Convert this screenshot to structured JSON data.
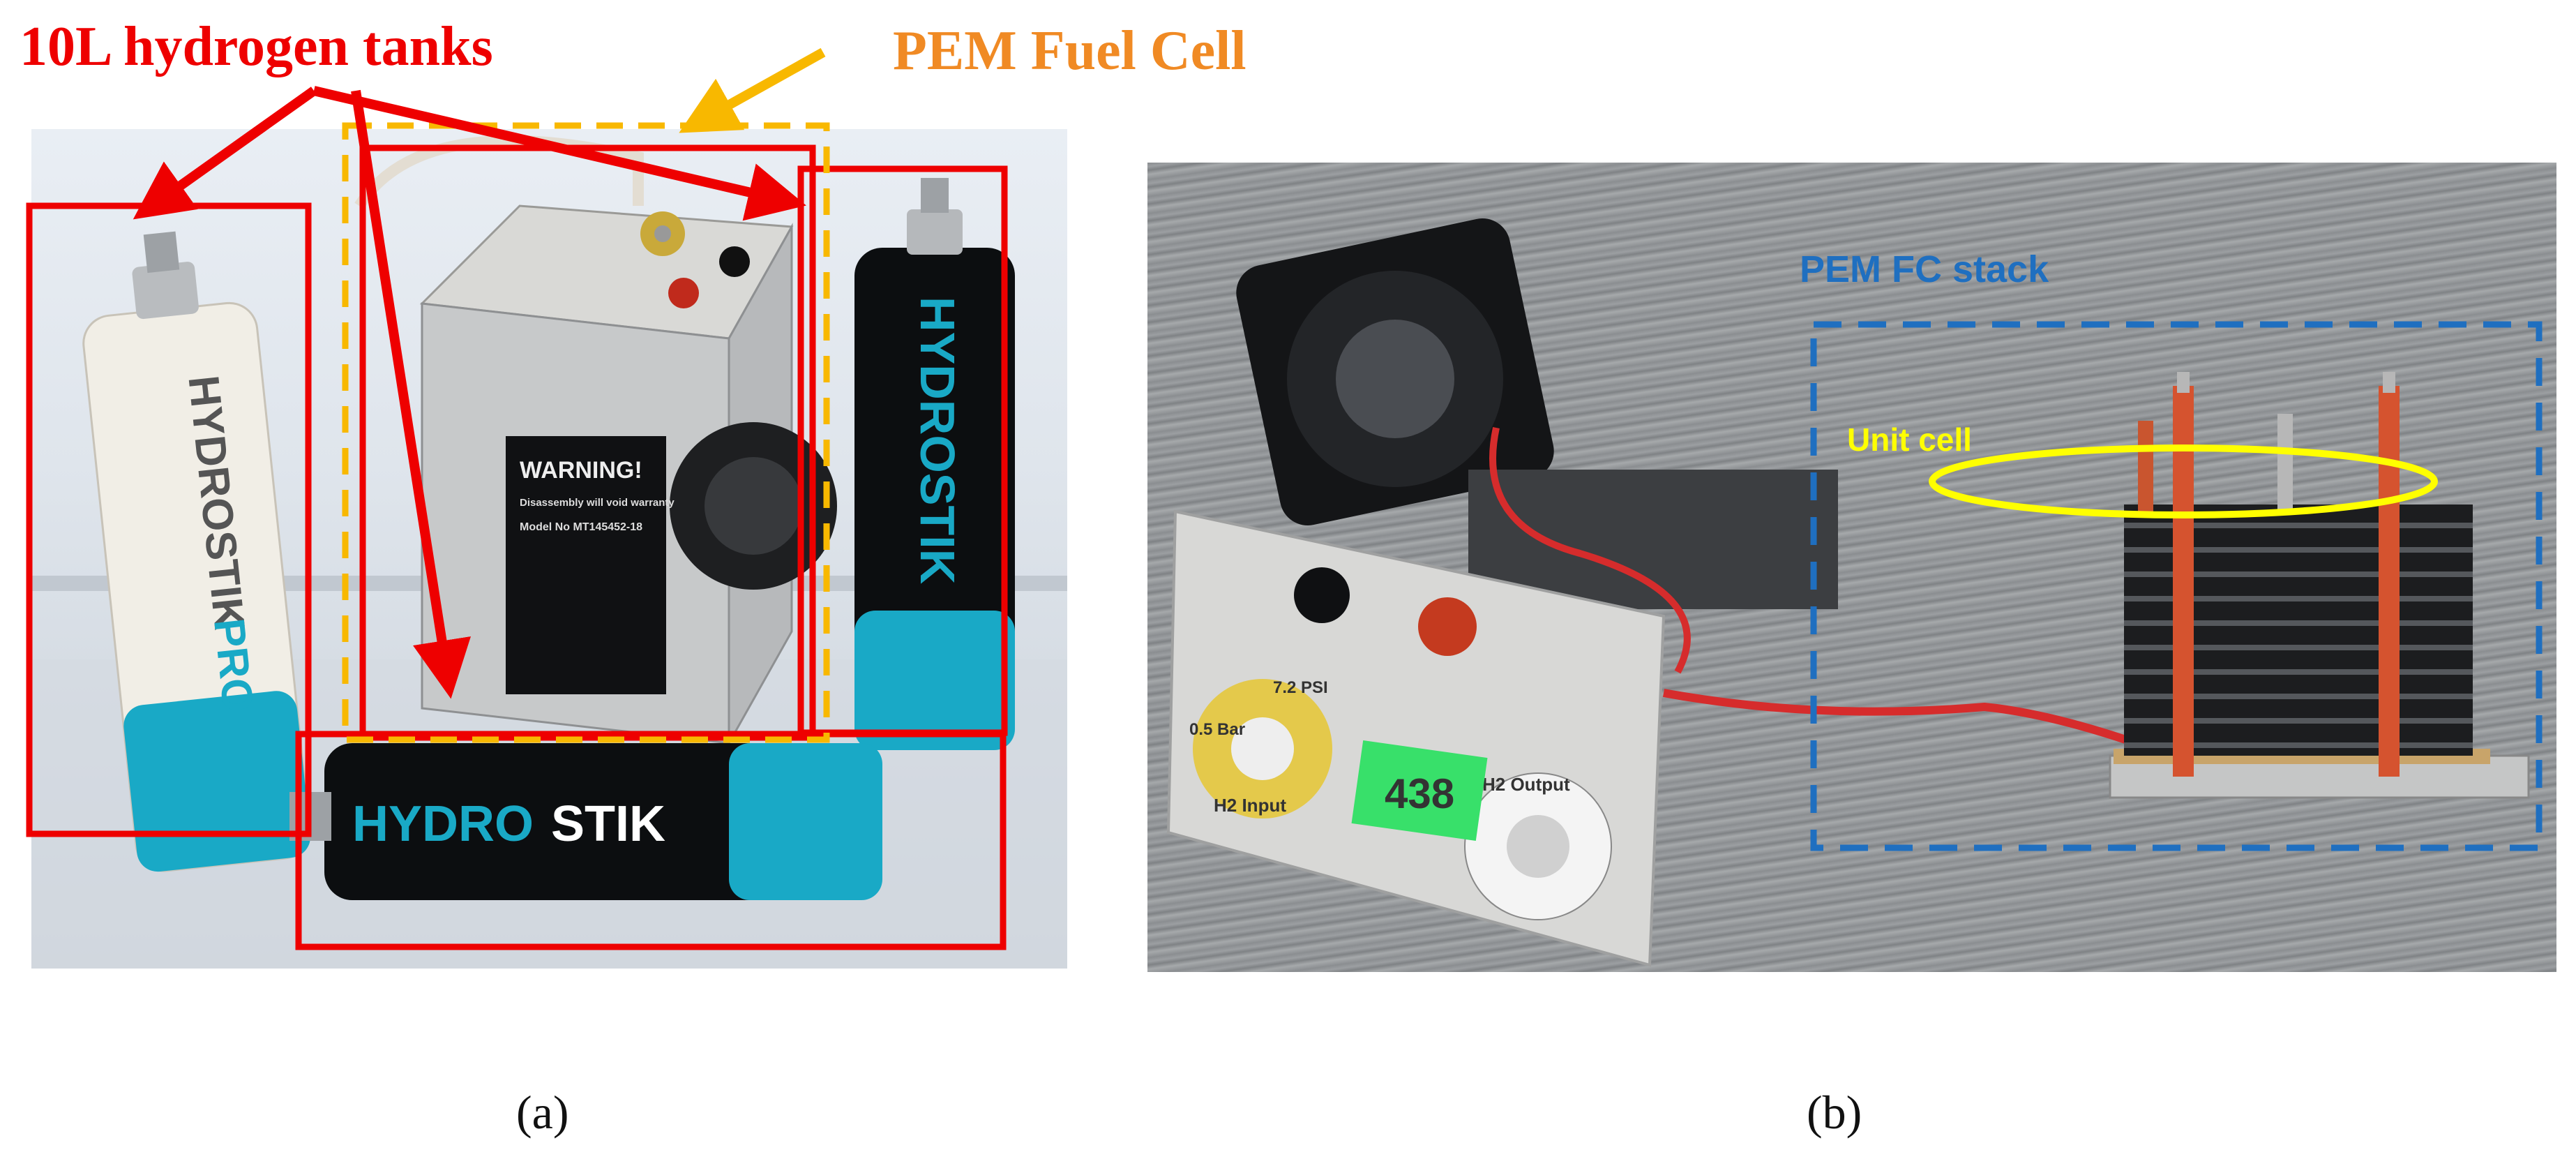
{
  "figure": {
    "panel_a": {
      "label_tanks": "10L hydrogen tanks",
      "label_pem": "PEM Fuel Cell",
      "caption": "(a)",
      "tank_brand_left": "HYDROSTIK",
      "tank_suffix_left": "PRO",
      "tank_brand_right": "HYDROSTIK",
      "tank_brand_bottom_a": "HYDRO",
      "tank_brand_bottom_b": "STIK",
      "fc_label_warning": "WARNING!",
      "fc_label_line1": "Disassembly will void warranty",
      "fc_label_model": "Model No MT145452-18"
    },
    "panel_b": {
      "label_stack": "PEM FC stack",
      "label_unit": "Unit cell",
      "caption": "(b)",
      "plate_h2_input": "H2 Input",
      "plate_h2_output": "H2 Output",
      "plate_pressure_a": "0.5 Bar",
      "plate_pressure_b": "7.2 PSI",
      "tag_number": "438"
    }
  },
  "colors": {
    "annotation_red": "#ee0000",
    "annotation_orange": "#f08a24",
    "annotation_yellow": "#ffff00",
    "annotation_blue": "#1f6fc0",
    "tank_teal": "#19a9c6"
  }
}
